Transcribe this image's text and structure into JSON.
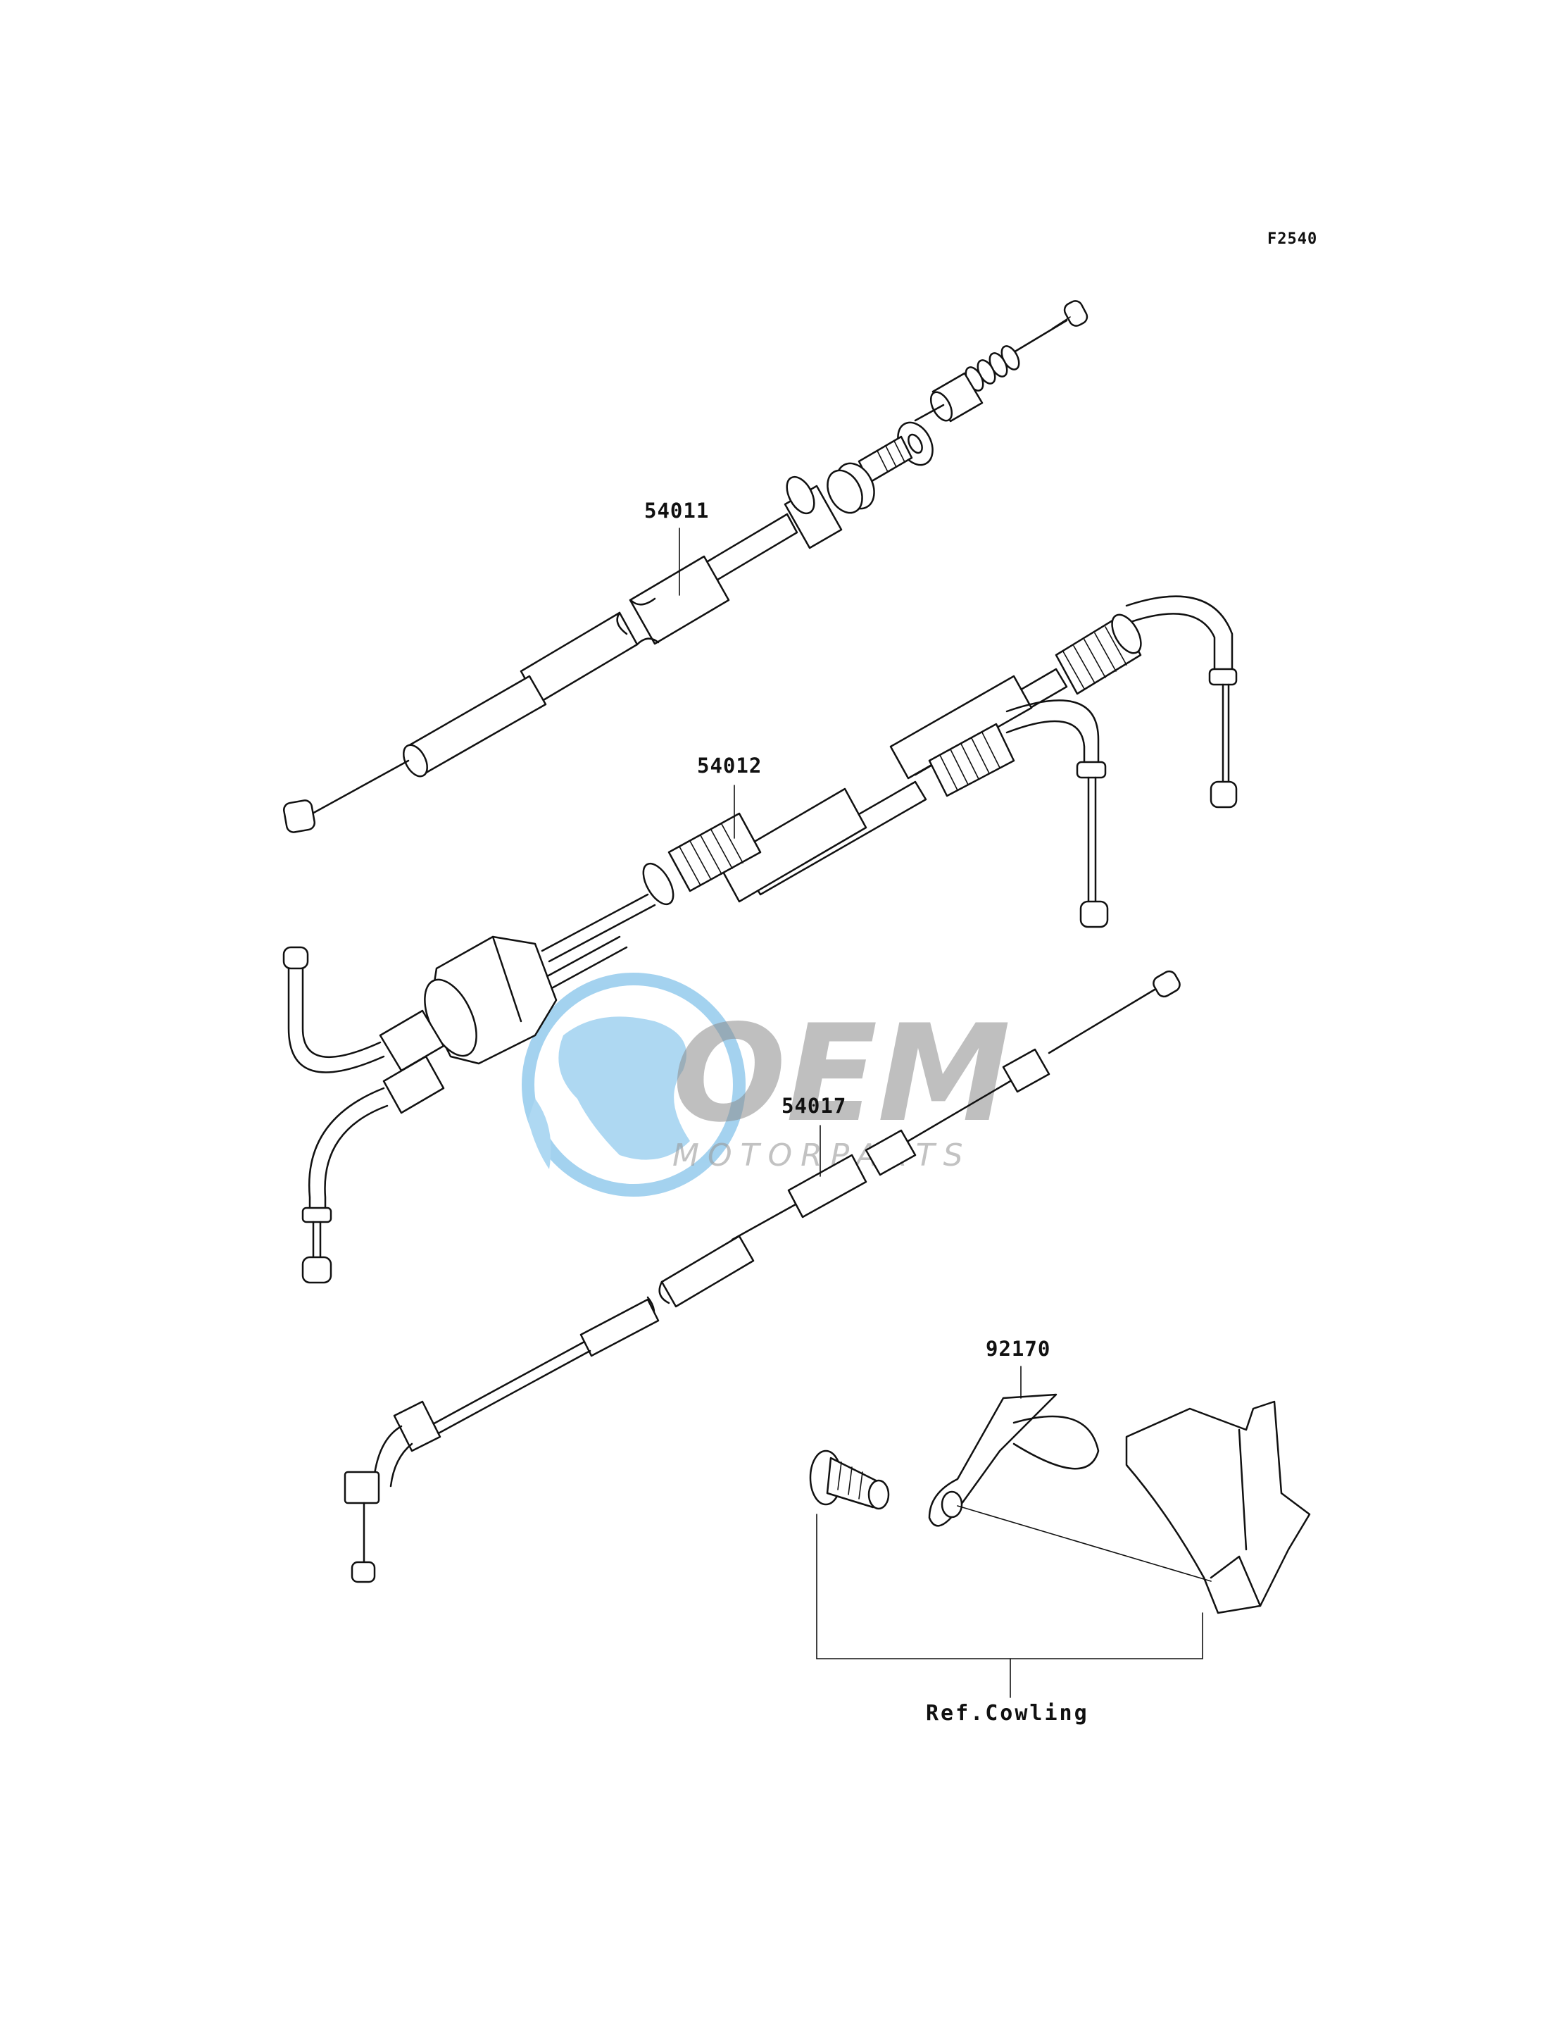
{
  "figure_code": "F2540",
  "parts": [
    {
      "part_number": "54011"
    },
    {
      "part_number": "54012"
    },
    {
      "part_number": "54017"
    },
    {
      "part_number": "92170"
    }
  ],
  "reference_label": "Ref.Cowling",
  "watermark": {
    "main_text": "OEM",
    "sub_text": "MOTORPARTS",
    "globe_color": "#3a9ad9"
  }
}
